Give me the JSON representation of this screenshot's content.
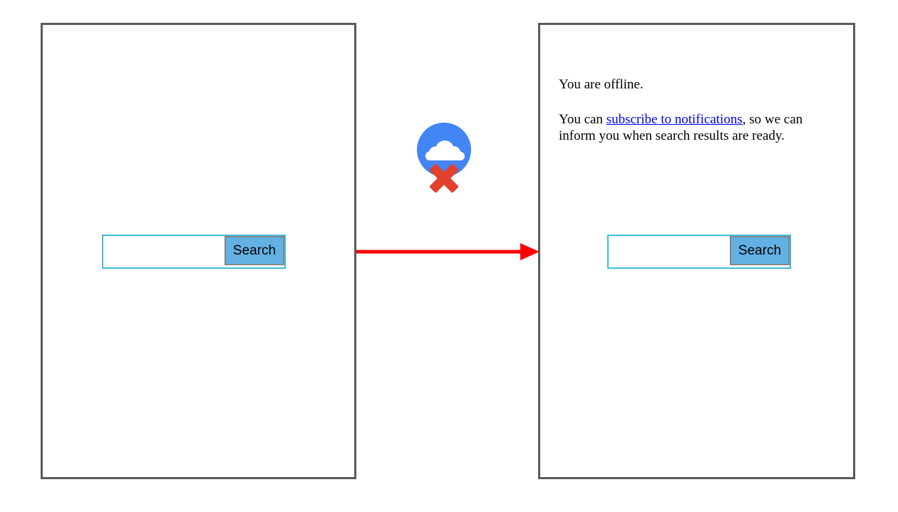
{
  "left_page": {
    "search_input_value": "",
    "search_button_label": "Search"
  },
  "right_page": {
    "offline_text": "You are offline.",
    "notify_text_before_link": "You can ",
    "notify_link_text": "subscribe to notifications",
    "notify_text_after_link": ", so we can inform you when search results are ready.",
    "search_input_value": "",
    "search_button_label": "Search"
  },
  "icons": {
    "offline_indicator": "cloud-with-x-icon",
    "flow_arrow": "right-arrow"
  },
  "colors": {
    "frame_border": "#5a5a5a",
    "search_box_border": "#41bcd9",
    "button_background": "#63b1e4",
    "button_border": "#858585",
    "button_text": "#000000",
    "arrow_red": "#ff0000",
    "icon_circle_blue": "#4285f4",
    "icon_cloud_white": "#ffffff",
    "icon_cross_red": "#e2412d",
    "link_blue": "#0000ee",
    "body_text": "#000000"
  }
}
